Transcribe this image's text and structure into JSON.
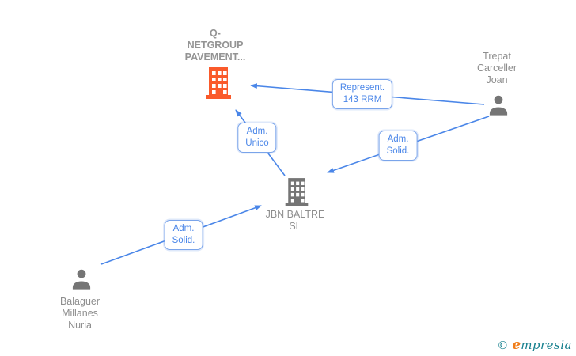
{
  "palette": {
    "edge_blue": "#4a86e8",
    "focus_company_orange": "#fa5a2b",
    "node_gray": "#757575",
    "label_gray": "#8e8e8e",
    "logo_teal": "#17808e",
    "logo_orange": "#f07d1a"
  },
  "nodes": {
    "qnet": {
      "type": "company",
      "label": "Q-NETGROUP PAVEMENT...",
      "lines": [
        "Q-",
        "NETGROUP",
        "PAVEMENT..."
      ],
      "icon": "building-icon",
      "color": "#fa5a2b"
    },
    "trepat": {
      "type": "person",
      "label": "Trepat Carceller Joan",
      "lines": [
        "Trepat",
        "Carceller",
        "Joan"
      ],
      "icon": "person-icon",
      "color": "#757575"
    },
    "jbn": {
      "type": "company",
      "label": "JBN BALTRE SL",
      "lines": [
        "JBN BALTRE",
        "SL"
      ],
      "icon": "building-icon",
      "color": "#757575"
    },
    "balaguer": {
      "type": "person",
      "label": "Balaguer Millanes Nuria",
      "lines": [
        "Balaguer",
        "Millanes",
        "Nuria"
      ],
      "icon": "person-icon",
      "color": "#757575"
    }
  },
  "edges": [
    {
      "from": "trepat",
      "to": "qnet",
      "relation": "Represent. 143 RRM",
      "label_lines": [
        "Represent.",
        "143 RRM"
      ]
    },
    {
      "from": "jbn",
      "to": "qnet",
      "relation": "Adm. Unico",
      "label_lines": [
        "Adm.",
        "Unico"
      ]
    },
    {
      "from": "trepat",
      "to": "jbn",
      "relation": "Adm. Solid.",
      "label_lines": [
        "Adm.",
        "Solid."
      ]
    },
    {
      "from": "balaguer",
      "to": "jbn",
      "relation": "Adm. Solid.",
      "label_lines": [
        "Adm.",
        "Solid."
      ]
    }
  ],
  "watermark": {
    "copyright": "©",
    "brand_initial": "e",
    "brand_rest": "mpresia"
  }
}
